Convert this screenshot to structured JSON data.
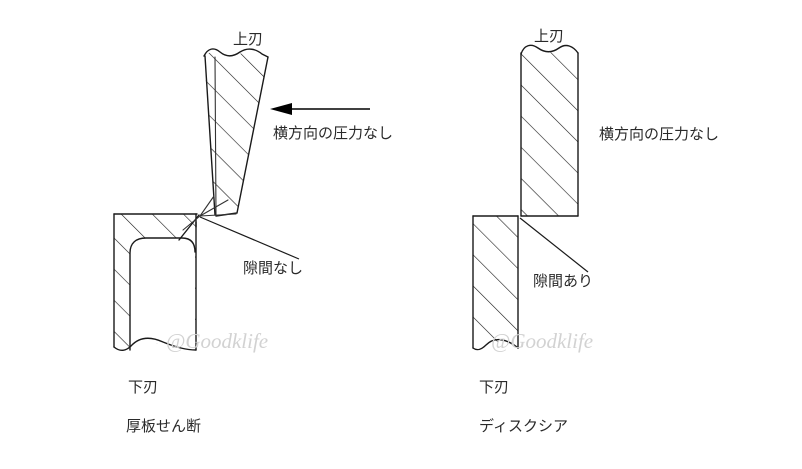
{
  "figure": {
    "title_left": "厚板せん断",
    "title_right": "ディスクシア",
    "watermark": "@Goodklife",
    "background_color": "#ffffff",
    "line_color": "#1a1a1a",
    "text_color": "#2a2a2a",
    "watermark_color": "#d2d2d2"
  },
  "panels": [
    {
      "id": "left",
      "name": "thick-plate-shearing",
      "caption": "厚板せん断",
      "upper_blade_label": "上刃",
      "lower_blade_label": "下刃",
      "force_label": "横方向の圧力なし",
      "clearance_label": "隙間なし",
      "clearance_state": "no-gap",
      "upper_blade_shape": "tapered-wedge-tilted",
      "arrow_direction": "left"
    },
    {
      "id": "right",
      "name": "disc-shear",
      "caption": "ディスクシア",
      "upper_blade_label": "上刃",
      "lower_blade_label": "下刃",
      "force_label": "横方向の圧力なし",
      "clearance_label": "隙間あり",
      "clearance_state": "with-gap",
      "upper_blade_shape": "straight-rectangular",
      "arrow_direction": "none"
    }
  ],
  "icons": {
    "arrow": "left-arrow-icon",
    "break_line": "break-line-icon",
    "hatch": "section-hatch-icon"
  }
}
